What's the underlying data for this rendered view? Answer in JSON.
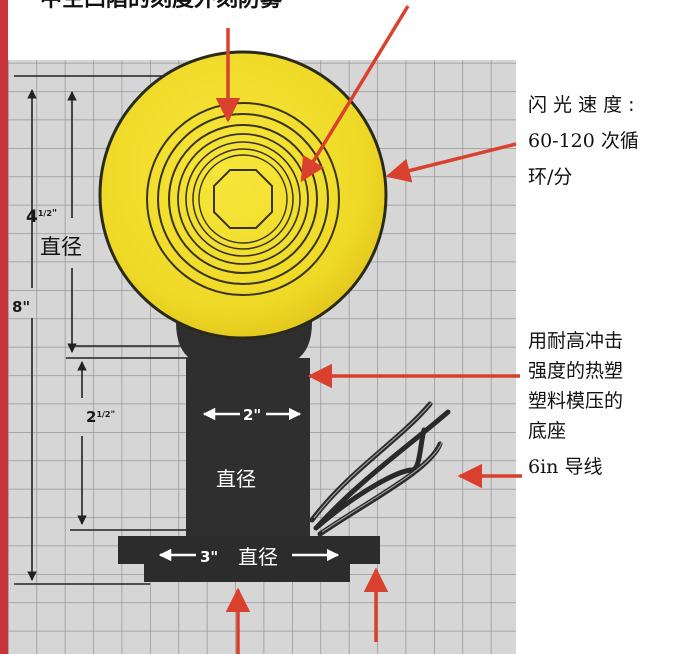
{
  "labels": {
    "top_caption": "中空凹陷的刻度外刻防雾",
    "flash_rate_line1": "闪 光 速 度 :",
    "flash_rate_line2": "60-120 次循",
    "flash_rate_line3": "环/分",
    "base_material_line1": "用耐高冲击",
    "base_material_line2": "强度的热塑",
    "base_material_line3": "塑料模压的",
    "base_material_line4": "底座",
    "leads": "6in 导线"
  },
  "dimensions": {
    "lens_diameter_value": "4",
    "lens_diameter_fraction": "1/2",
    "lens_diameter_unit": "\"",
    "lens_diameter_label": "直径",
    "total_height": "8\"",
    "post_height_value": "2",
    "post_height_fraction": "1/2",
    "post_height_unit": "\"",
    "post_width": "2\"",
    "post_width_label": "直径",
    "base_width": "3\"",
    "base_width_label": "直径"
  },
  "colors": {
    "grid_background": "#d8d8d8",
    "grid_line": "#8a8a8a",
    "lens_yellow": "#f0de2a",
    "lens_ring": "#2a2a1a",
    "base_dark": "#2c2c2c",
    "arrow_red": "#d9402e",
    "left_bar_red": "#c9343c"
  }
}
